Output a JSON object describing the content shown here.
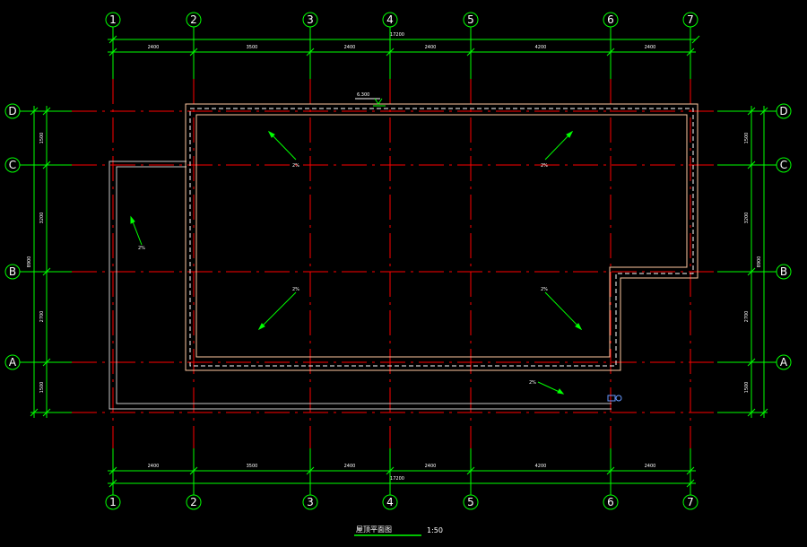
{
  "drawing": {
    "title": "屋顶平面图",
    "scale": "1:50",
    "top_level_label": "6.300"
  },
  "axes": {
    "columns": [
      "1",
      "2",
      "3",
      "4",
      "5",
      "6",
      "7"
    ],
    "rows": [
      "D",
      "C",
      "B",
      "A"
    ]
  },
  "dimensions": {
    "top_total": "17200",
    "bottom_total": "17200",
    "spans": [
      "2400",
      "3500",
      "2400",
      "2400",
      "4200",
      "2400"
    ],
    "left_spans": [
      "1500",
      "3200",
      "2700",
      "1500"
    ],
    "right_spans": [
      "1500",
      "3200",
      "2700",
      "1500"
    ],
    "side_total": "8900"
  },
  "slopes": [
    "2%",
    "2%",
    "2%",
    "2%",
    "2%",
    "2%"
  ],
  "colors": {
    "background": "#000000",
    "grid_line": "#ff0000",
    "dimension": "#00ff00",
    "wall": "#ffc8a0",
    "wall_inner": "#ffffff",
    "outline": "#c8c8c8",
    "drain": "#6699ff"
  }
}
